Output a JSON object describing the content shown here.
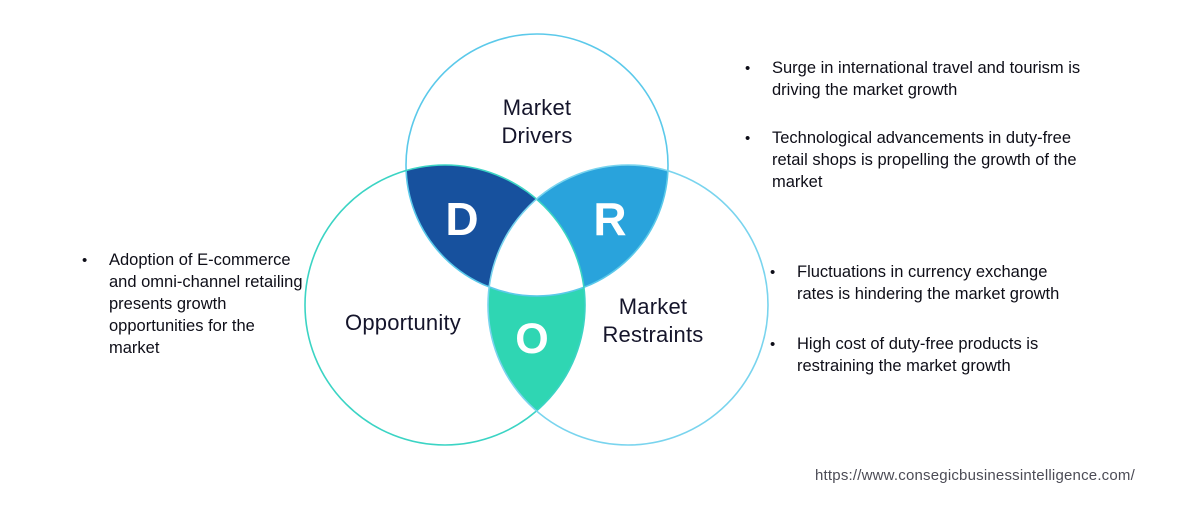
{
  "diagram": {
    "drivers": {
      "label": "Market Drivers",
      "letter": "D"
    },
    "opportunity": {
      "label": "Opportunity",
      "letter": "O"
    },
    "restraints": {
      "label": "Market Restraints",
      "letter": "R"
    },
    "colors": {
      "drivers_overlap": "#17519E",
      "restraints_overlap": "#29A3DC",
      "opportunity_overlap": "#2FD6B3",
      "drivers_outline": "#5BC9EA",
      "opportunity_outline": "#3BD4C4",
      "restraints_outline": "#79D4EE",
      "overlap_center": "#FFFFFF"
    }
  },
  "notes": {
    "opportunity": {
      "items": [
        "Adoption of E-commerce and omni-channel retailing presents growth opportunities for the market"
      ]
    },
    "drivers": {
      "items": [
        "Surge in international travel and tourism is driving the market growth",
        "Technological advancements in duty-free retail shops is propelling the growth of the market"
      ]
    },
    "restraints": {
      "items": [
        "Fluctuations in currency exchange rates is hindering the market growth",
        "High cost of duty-free products is restraining the market growth"
      ]
    }
  },
  "footer": {
    "url": "https://www.consegicbusinessintelligence.com/"
  }
}
